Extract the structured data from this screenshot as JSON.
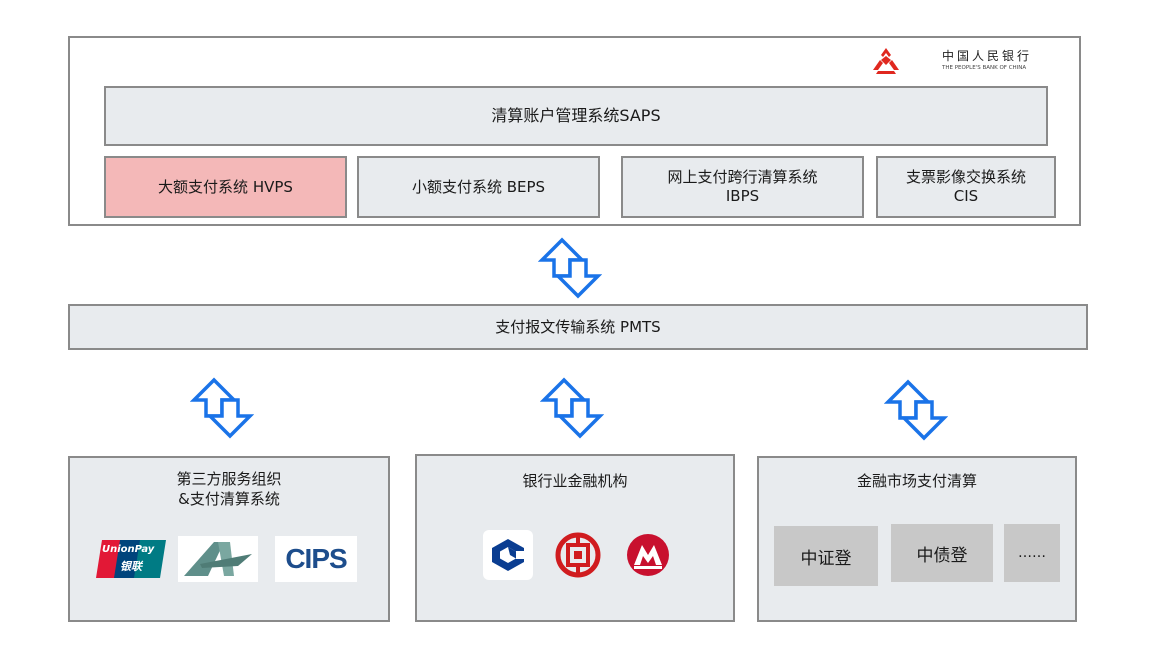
{
  "pboc_logo": {
    "chinese": "中国人民银行",
    "english": "THE PEOPLE'S BANK OF CHINA",
    "color": "#e0281f"
  },
  "top": {
    "saps": "清算账户管理系统SAPS",
    "systems": [
      {
        "line1": "大额支付系统 HVPS",
        "line2": "",
        "highlight": true
      },
      {
        "line1": "小额支付系统 BEPS",
        "line2": "",
        "highlight": false
      },
      {
        "line1": "网上支付跨行清算系统",
        "line2": "IBPS",
        "highlight": false
      },
      {
        "line1": "支票影像交换系统",
        "line2": "CIS",
        "highlight": false
      }
    ]
  },
  "pmts": "支付报文传输系统 PMTS",
  "bottom": {
    "third_party": {
      "line1": "第三方服务组织",
      "line2": "&支付清算系统",
      "logos": {
        "unionpay_en": "UnionPay",
        "unionpay_cn": "银联",
        "cips": "CIPS"
      }
    },
    "banks": {
      "title": "银行业金融机构",
      "logos": [
        "bank-of-communications-logo",
        "icbc-logo",
        "china-merchants-bank-logo"
      ]
    },
    "market": {
      "title": "金融市场支付清算",
      "items": [
        "中证登",
        "中债登",
        "……"
      ]
    }
  },
  "colors": {
    "arrow": "#1a73e8",
    "highlight": "#f4b8b8",
    "panel": "#e8ebee",
    "border": "#8a8a8a"
  }
}
